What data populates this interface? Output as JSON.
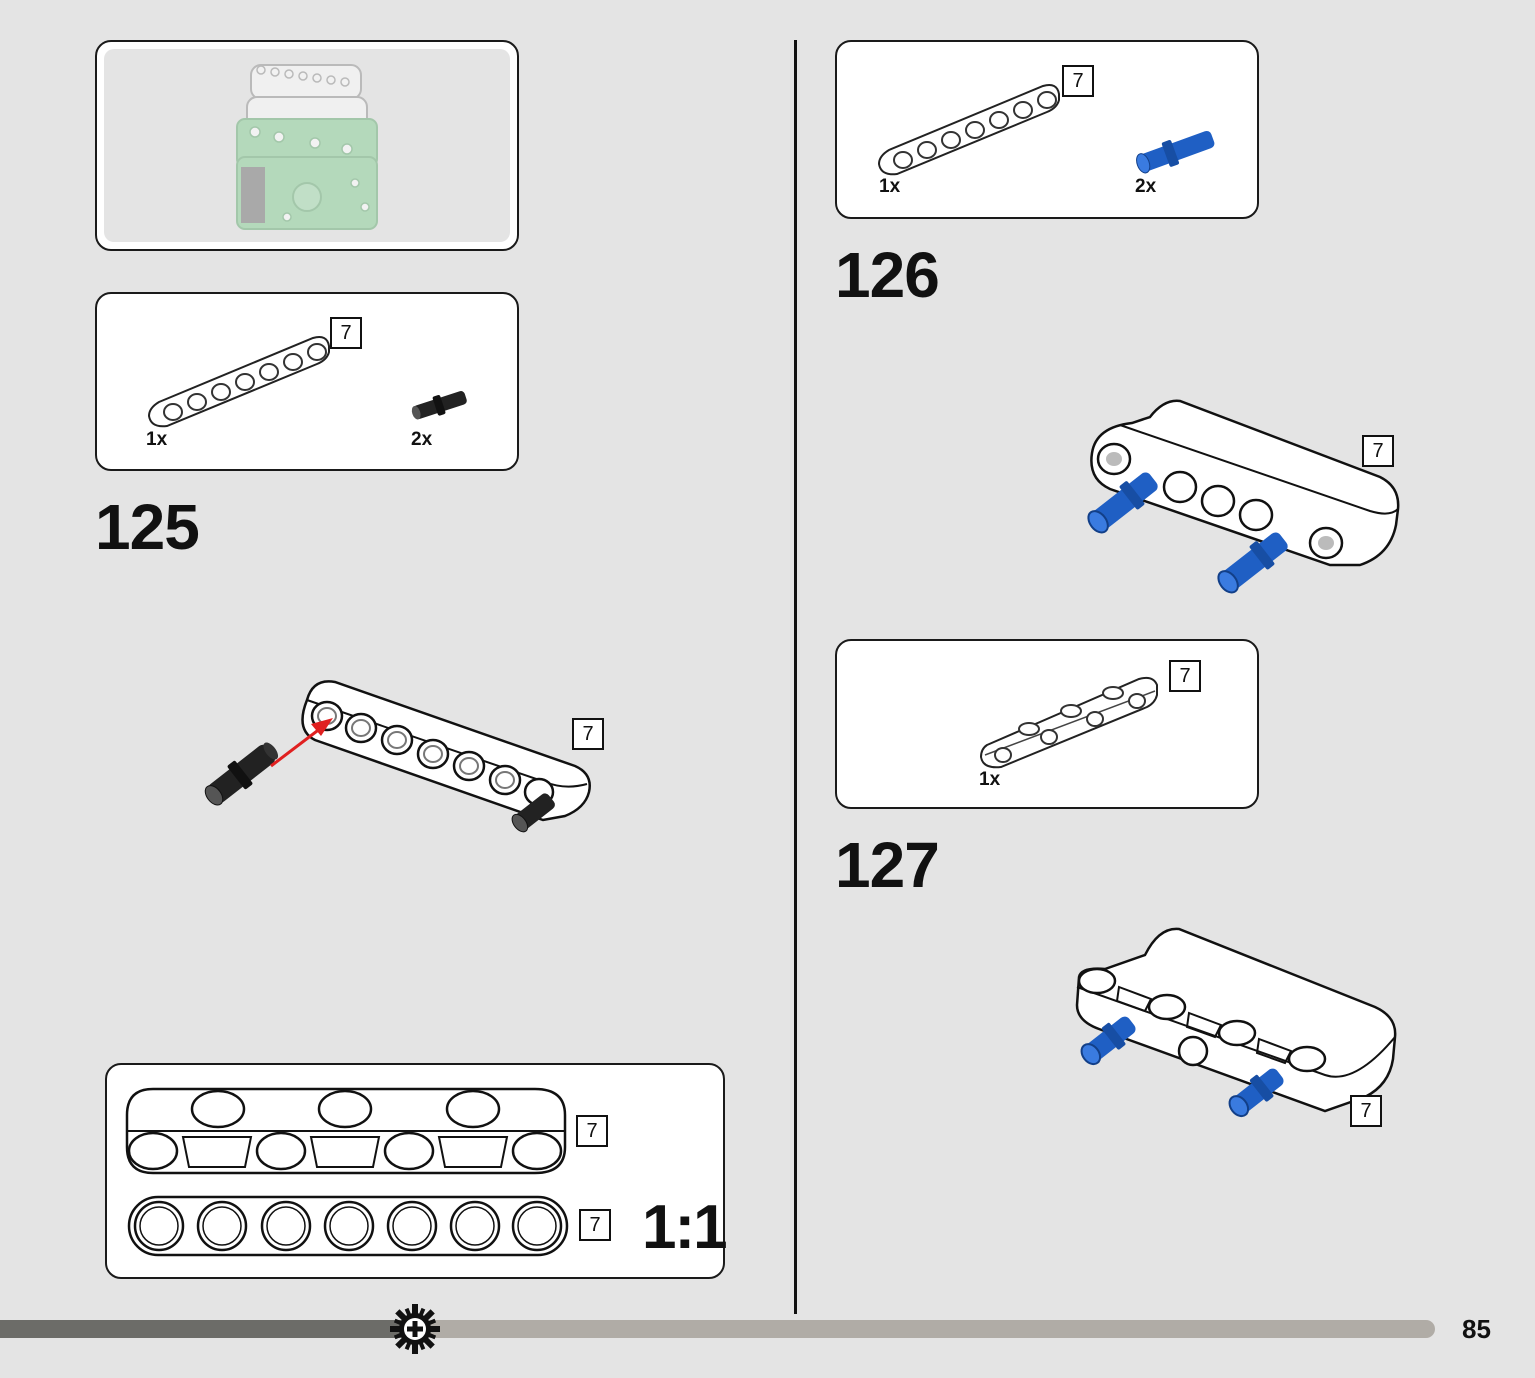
{
  "page": {
    "number": "85"
  },
  "steps": [
    {
      "number": "125",
      "parts": [
        {
          "qty": "1x",
          "length": "7"
        },
        {
          "qty": "2x"
        }
      ],
      "model_length": "7"
    },
    {
      "number": "126",
      "parts": [
        {
          "qty": "1x",
          "length": "7"
        },
        {
          "qty": "2x"
        }
      ],
      "model_length": "7"
    },
    {
      "number": "127",
      "parts": [
        {
          "qty": "1x",
          "length": "7"
        }
      ],
      "model_length": "7"
    }
  ],
  "scale_reference": {
    "label": "1:1",
    "beam_top_length": "7",
    "beam_bottom_length": "7"
  },
  "colors": {
    "pin_black": "#222222",
    "pin_blue": "#1f5fc4",
    "arrow_red": "#e02020",
    "ghost_green": "#8ed19a"
  },
  "icons": {
    "progress_marker": "gear-icon",
    "insert_arrow": "arrow-icon"
  }
}
